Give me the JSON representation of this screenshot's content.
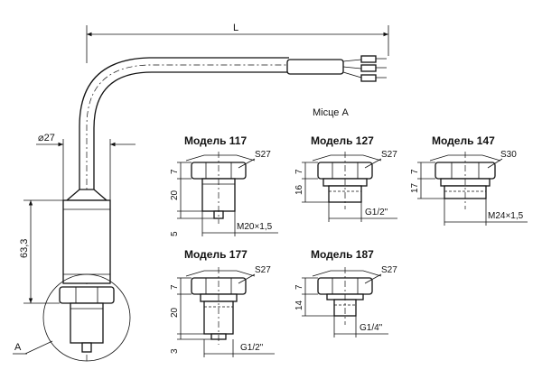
{
  "labels": {
    "length": "L",
    "diameter": "⌀27",
    "height_main": "63,3",
    "callout": "A",
    "place": "Місце А"
  },
  "models": [
    {
      "title": "Модель 117",
      "wrench": "S27",
      "d_top": "7",
      "d_mid": "20",
      "d_bot": "5",
      "thread": "M20×1,5"
    },
    {
      "title": "Модель 127",
      "wrench": "S27",
      "d_top": "7",
      "d_mid": "16",
      "thread": "G1/2\""
    },
    {
      "title": "Модель 147",
      "wrench": "S30",
      "d_top": "7",
      "d_mid": "17",
      "thread": "M24×1,5"
    },
    {
      "title": "Модель 177",
      "wrench": "S27",
      "d_top": "7",
      "d_mid": "20",
      "d_bot": "3",
      "thread": "G1/2\""
    },
    {
      "title": "Модель 187",
      "wrench": "S27",
      "d_top": "7",
      "d_mid": "14",
      "thread": "G1/4\""
    }
  ]
}
